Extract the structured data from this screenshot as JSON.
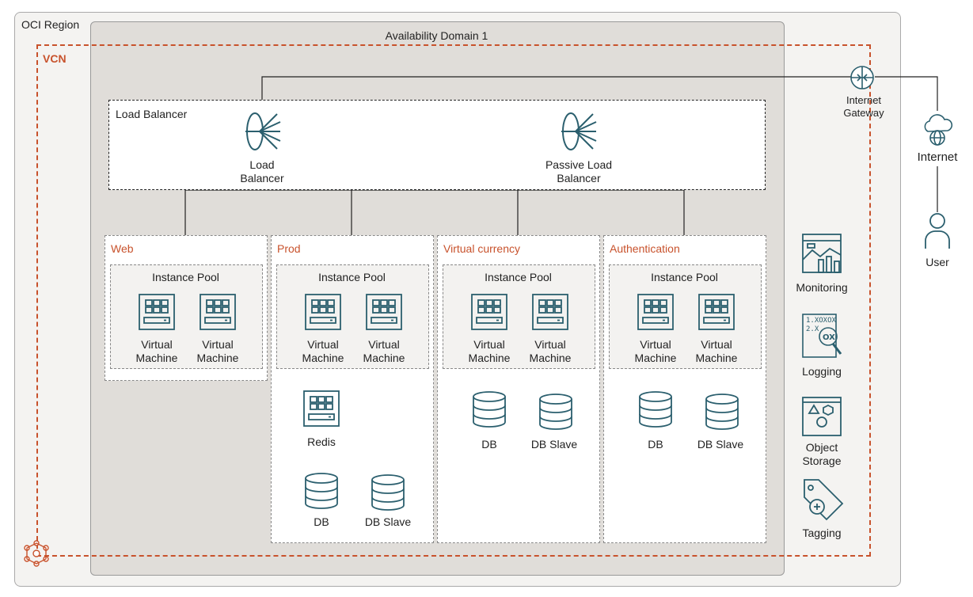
{
  "region": {
    "label": "OCI Region"
  },
  "availability_domain": {
    "label": "Availability Domain 1"
  },
  "vcn": {
    "label": "VCN"
  },
  "load_balancer_box": {
    "label": "Load Balancer",
    "lb": "Load\nBalancer",
    "passive": "Passive Load\nBalancer"
  },
  "gateway": {
    "label": "Internet\nGateway"
  },
  "internet": {
    "label": "Internet"
  },
  "user": {
    "label": "User"
  },
  "subnets": [
    {
      "name": "Web",
      "pool": "Instance Pool",
      "vm": "Virtual\nMachine"
    },
    {
      "name": "Prod",
      "pool": "Instance Pool",
      "vm": "Virtual\nMachine",
      "redis": "Redis",
      "db": "DB",
      "db_slave": "DB Slave"
    },
    {
      "name": "Virtual currency",
      "pool": "Instance Pool",
      "vm": "Virtual\nMachine",
      "db": "DB",
      "db_slave": "DB Slave"
    },
    {
      "name": "Authentication",
      "pool": "Instance Pool",
      "vm": "Virtual\nMachine",
      "db": "DB",
      "db_slave": "DB Slave"
    }
  ],
  "services": {
    "monitoring": "Monitoring",
    "logging": "Logging",
    "object_storage": "Object\nStorage",
    "tagging": "Tagging"
  },
  "colors": {
    "accent": "#c8522c",
    "icon": "#2b5f6e"
  }
}
